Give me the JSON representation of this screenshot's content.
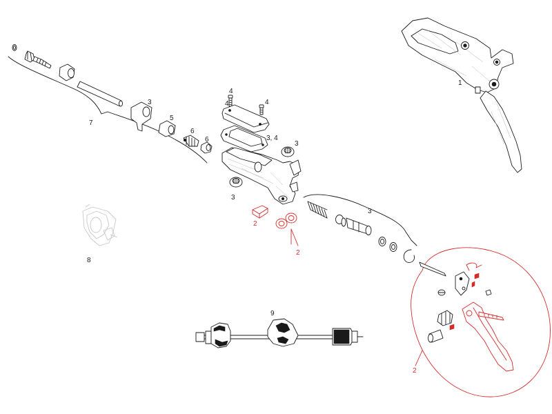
{
  "colors": {
    "ink": "#1a1a1a",
    "highlight": "#d62b2b",
    "ghost": "#c8c8c8"
  },
  "callouts": {
    "lever_assembly": "1",
    "lever_kit": "2",
    "plunger_kit": "3",
    "combo": "3, 4",
    "screw": "4",
    "reservoir_cap": "4",
    "barb": "5",
    "olive": "6",
    "hose_kit": "7",
    "clamp": "8",
    "bleed_tool": "9"
  }
}
